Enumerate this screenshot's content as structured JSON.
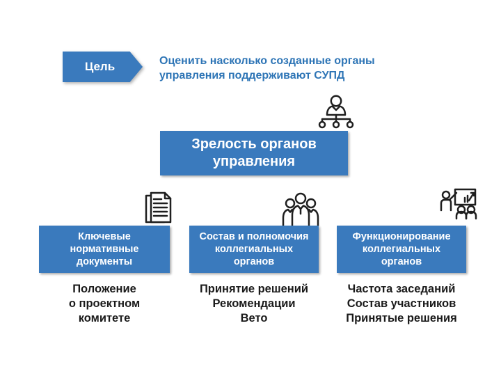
{
  "goal": {
    "banner_label": "Цель",
    "statement_line1": "Оценить насколько созданные органы",
    "statement_line2": "управления поддерживают СУПД"
  },
  "root": {
    "icon": "person-orgchart-icon",
    "title_line1": "Зрелость органов",
    "title_line2": "управления"
  },
  "branches": [
    {
      "icon": "documents-icon",
      "title_lines": [
        "Ключевые",
        "нормативные",
        "документы"
      ],
      "items": [
        "Положение",
        "о проектном",
        "комитете"
      ]
    },
    {
      "icon": "people-group-icon",
      "title_lines": [
        "Состав и полномочия",
        "коллегиальных",
        "органов"
      ],
      "items": [
        "Принятие решений",
        "Рекомендации",
        "Вето"
      ]
    },
    {
      "icon": "presentation-chart-icon",
      "title_lines": [
        "Функционирование",
        "коллегиальных",
        "органов"
      ],
      "items": [
        "Частота заседаний",
        "Состав участников",
        "Принятые решения"
      ]
    }
  ],
  "colors": {
    "accent_blue": "#3A7ABD",
    "text_blue": "#2E75B6",
    "text_black": "#1A1A1A"
  }
}
